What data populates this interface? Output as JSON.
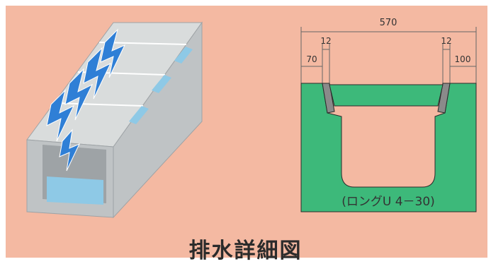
{
  "colors": {
    "background": "#f4b9a2",
    "page_edge": "#ffffff",
    "concrete_top": "#d9dcdc",
    "concrete_side": "#bfc3c5",
    "concrete_dark": "#9ea3a6",
    "water": "#8ec9e6",
    "arrow_blue": "#2f7fd6",
    "section_green": "#3db97a",
    "section_grey": "#8a8a8a",
    "dim_line": "#666666"
  },
  "illustration": {
    "name": "drain-channel-3d",
    "arrow_icon": "rain-arrow-icon"
  },
  "section": {
    "dim_total": "570",
    "dim_left_lip": "12",
    "dim_right_lip": "12",
    "dim_left_wall": "70",
    "dim_right_wall": "100",
    "product_label": "(ロングU 4－30)"
  },
  "caption": "排水詳細図"
}
